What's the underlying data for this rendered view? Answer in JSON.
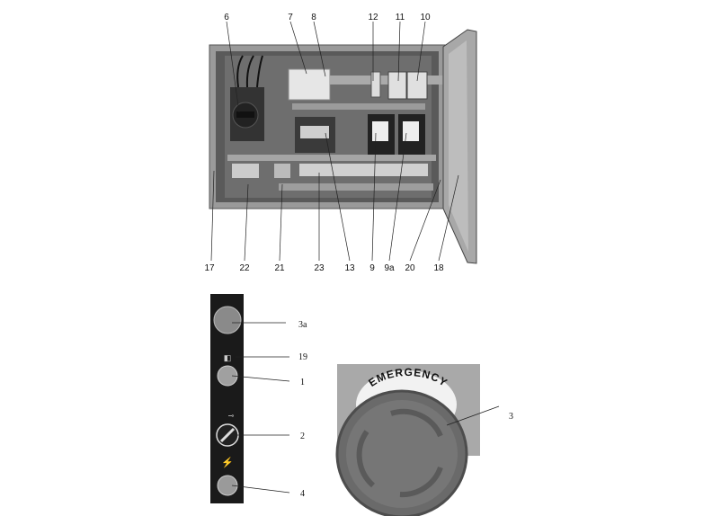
{
  "figure_cabinet": {
    "top_labels": [
      "6",
      "7",
      "8",
      "12",
      "11",
      "10"
    ],
    "bottom_labels": [
      "17",
      "22",
      "21",
      "23",
      "13",
      "9",
      "9a",
      "20",
      "18"
    ]
  },
  "figure_panel": {
    "labels": [
      "3a",
      "19",
      "1",
      "2",
      "4"
    ]
  },
  "figure_estop": {
    "ring_text": "EMERGENCY",
    "label": "3"
  }
}
